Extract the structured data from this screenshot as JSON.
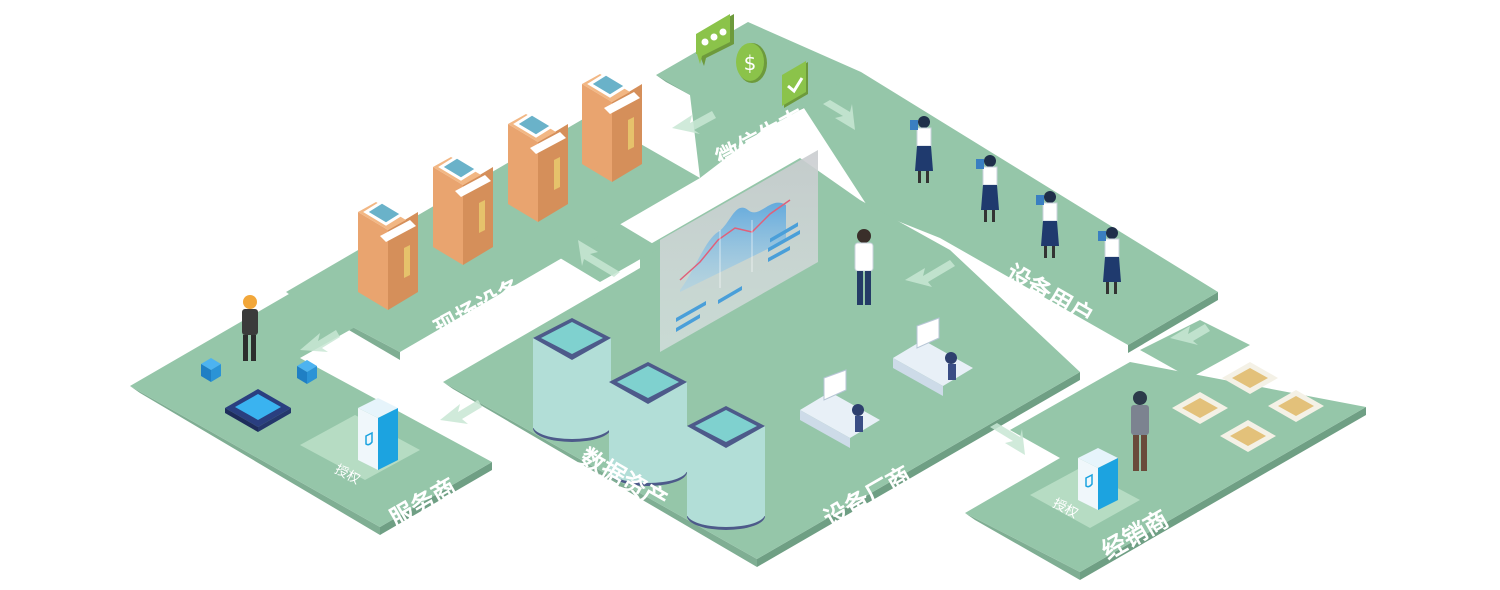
{
  "zones": {
    "wechat": "微信生态",
    "onsite": "现场设备",
    "users": "设备用户",
    "service": "服务商",
    "data": "数据资产",
    "manufacturer": "设备厂商",
    "distributor": "经销商"
  },
  "auth_label_service": "授权",
  "auth_label_distributor": "授权",
  "colors": {
    "platform_top": "#95c6a9",
    "platform_side": "#7fae93",
    "kiosk": "#e9a46f",
    "kiosk_screen": "#6ab2c9",
    "server": "#b2ded7",
    "server_rim": "#4d5a8a",
    "wechat_icon": "#8bc34a",
    "chip": "#e3c17a",
    "auth_box": "#1ca3e0"
  },
  "icons": [
    "chat-bubble-icon",
    "dollar-coin-icon",
    "check-badge-icon",
    "shield-check-icon"
  ]
}
